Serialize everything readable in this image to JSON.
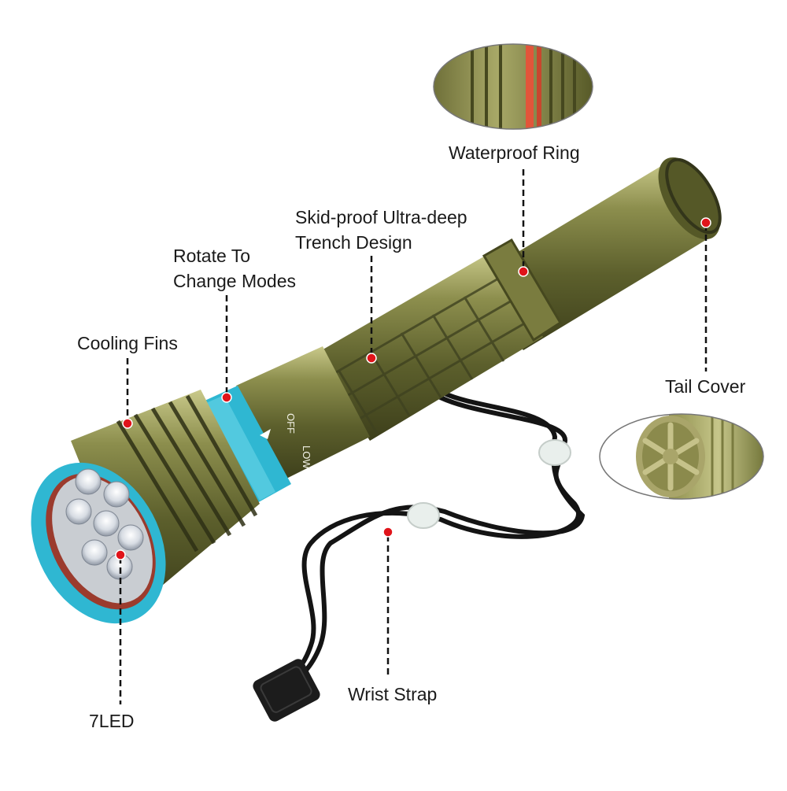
{
  "labels": {
    "waterproof_ring": "Waterproof Ring",
    "skid_proof": "Skid-proof Ultra-deep\nTrench Design",
    "rotate_modes": "Rotate To\nChange Modes",
    "cooling_fins": "Cooling Fins",
    "tail_cover": "Tail Cover",
    "wrist_strap": "Wrist Strap",
    "led": "7LED"
  },
  "product_markings": {
    "off": "OFF",
    "low": "LOW"
  },
  "colors": {
    "body": "#6e7138",
    "accent_ring": "#2fb7d2",
    "marker": "#e0141a",
    "strap": "#141414",
    "o_ring": "#e2553a"
  }
}
